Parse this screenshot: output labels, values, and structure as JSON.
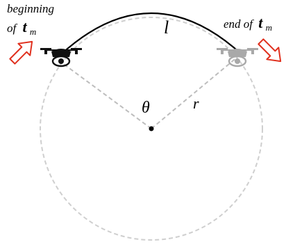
{
  "labels": {
    "begin_line1": "beginning",
    "begin_line2_prefix": "of",
    "begin_t": "t",
    "begin_sub": "m",
    "end_prefix": "end of",
    "end_t": "t",
    "end_sub": "m",
    "arc_length": "l",
    "angle": "θ",
    "radius": "r"
  },
  "colors": {
    "arc": "#000000",
    "dashed": "#c8c8c8",
    "arrow_stroke": "#e0301e",
    "drone_dark": "#111111",
    "drone_faded": "#a9a9a9"
  },
  "icons": {
    "drone_start": "quadcopter-icon",
    "drone_end": "quadcopter-faded-icon",
    "arrow_start": "red-outline-arrow-icon",
    "arrow_end": "red-outline-arrow-icon"
  }
}
